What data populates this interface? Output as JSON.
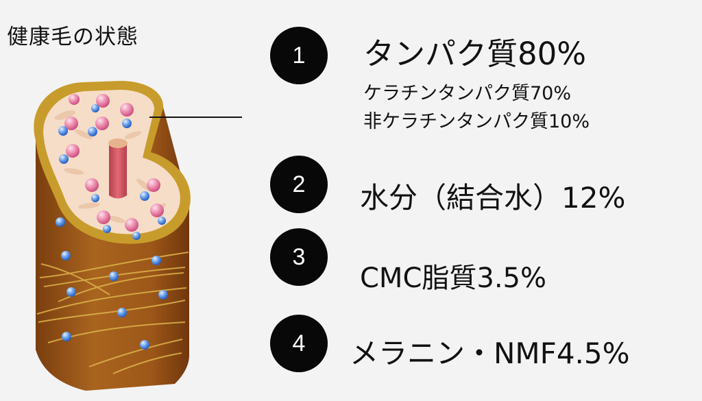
{
  "title": "健康毛の状態",
  "items": [
    {
      "number": "1",
      "label": "タンパク質80%",
      "sub": [
        "ケラチンタンパク質70%",
        "非ケラチンタンパク質10%"
      ]
    },
    {
      "number": "2",
      "label": "水分（結合水）12%",
      "sub": []
    },
    {
      "number": "3",
      "label": "CMC脂質3.5%",
      "sub": []
    },
    {
      "number": "4",
      "label": "メラニン・NMF4.5%",
      "sub": []
    }
  ],
  "colors": {
    "background": "#f3f3f3",
    "hair_shaft": "#a95f1f",
    "hair_shadow": "#6e380c",
    "cuticle_gold": "#c59a2c",
    "cortex": "#f6ddc8",
    "medulla": "#d95b67",
    "molecule_pink": "#e682a3",
    "molecule_blue": "#4f86d8"
  }
}
